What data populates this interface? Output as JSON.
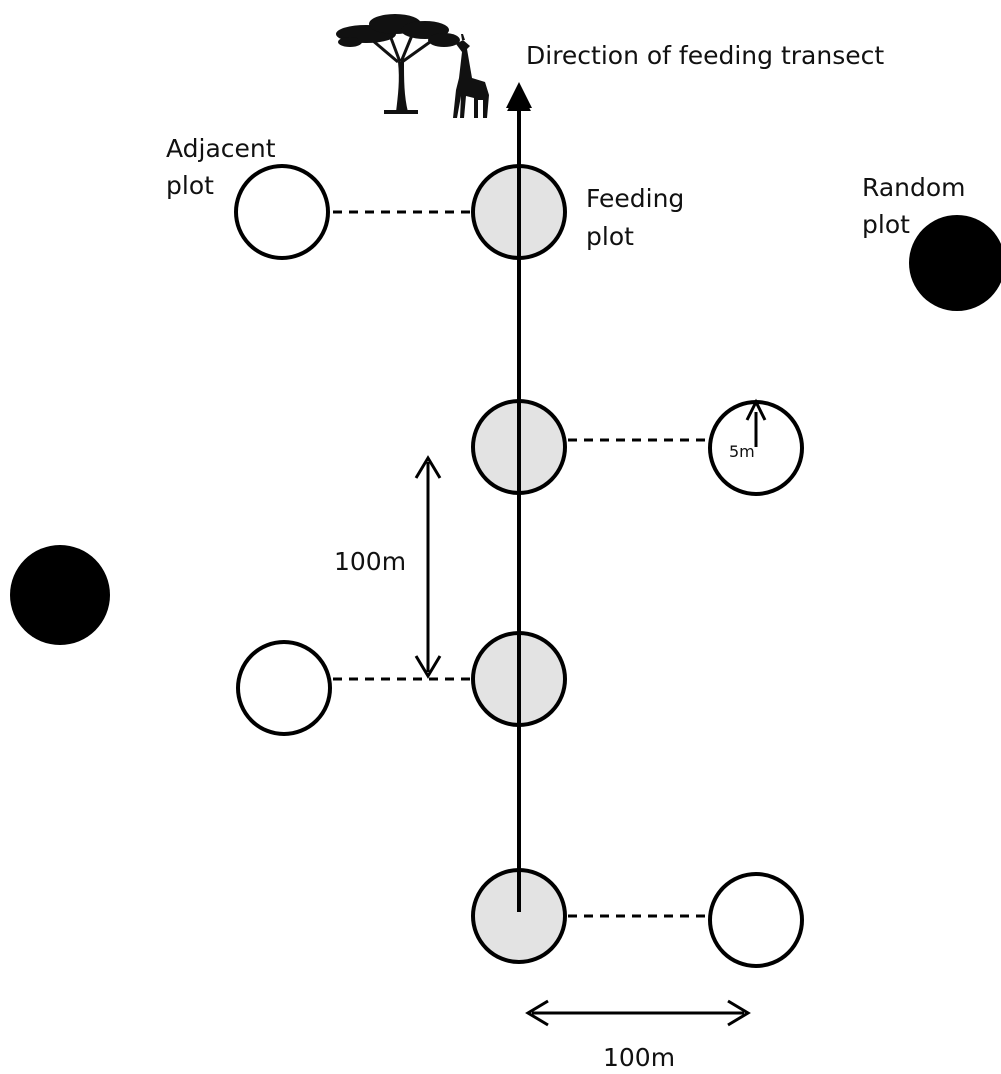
{
  "labels": {
    "direction": "Direction of feeding transect",
    "adjacent_line1": "Adjacent",
    "adjacent_line2": "plot",
    "feeding_line1": "Feeding",
    "feeding_line2": "plot",
    "random_line1": "Random",
    "random_line2": "plot",
    "radius": "5m",
    "spacing_vertical": "100m",
    "spacing_horizontal": "100m"
  },
  "icons": {
    "tree": "acacia-tree-icon",
    "giraffe": "giraffe-icon"
  },
  "colors": {
    "feeding_plot_fill": "#e3e3e3",
    "adjacent_plot_fill": "#ffffff",
    "random_plot_fill": "#000000"
  }
}
